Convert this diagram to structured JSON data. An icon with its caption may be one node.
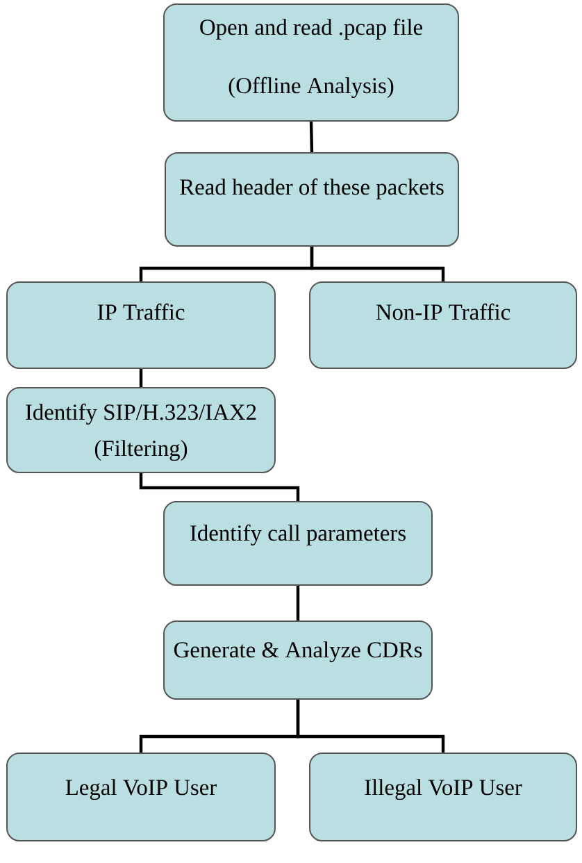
{
  "diagram": {
    "nodes": [
      {
        "text": [
          "Open and read .pcap file",
          "(Offline Analysis)"
        ]
      },
      {
        "text": [
          "Read header of these packets"
        ]
      },
      {
        "text": [
          "IP Traffic"
        ]
      },
      {
        "text": [
          "Non-IP Traffic"
        ]
      },
      {
        "text": [
          "Identify SIP/H.323/IAX2",
          "(Filtering)"
        ]
      },
      {
        "text": [
          "Identify call parameters"
        ]
      },
      {
        "text": [
          "Generate & Analyze CDRs"
        ]
      },
      {
        "text": [
          "Legal VoIP User"
        ]
      },
      {
        "text": [
          "Illegal VoIP User"
        ]
      }
    ],
    "edges": [
      {
        "from": 0,
        "to": 1,
        "arrow": "none"
      },
      {
        "from": 1,
        "to": 2,
        "arrow": "none"
      },
      {
        "from": 1,
        "to": 3,
        "arrow": "none"
      },
      {
        "from": 2,
        "to": 4,
        "arrow": "none"
      },
      {
        "from": 4,
        "to": 5,
        "arrow": "none"
      },
      {
        "from": 5,
        "to": 6,
        "arrow": "none"
      },
      {
        "from": 6,
        "to": 7,
        "arrow": "none"
      },
      {
        "from": 6,
        "to": 8,
        "arrow": "none"
      }
    ]
  }
}
